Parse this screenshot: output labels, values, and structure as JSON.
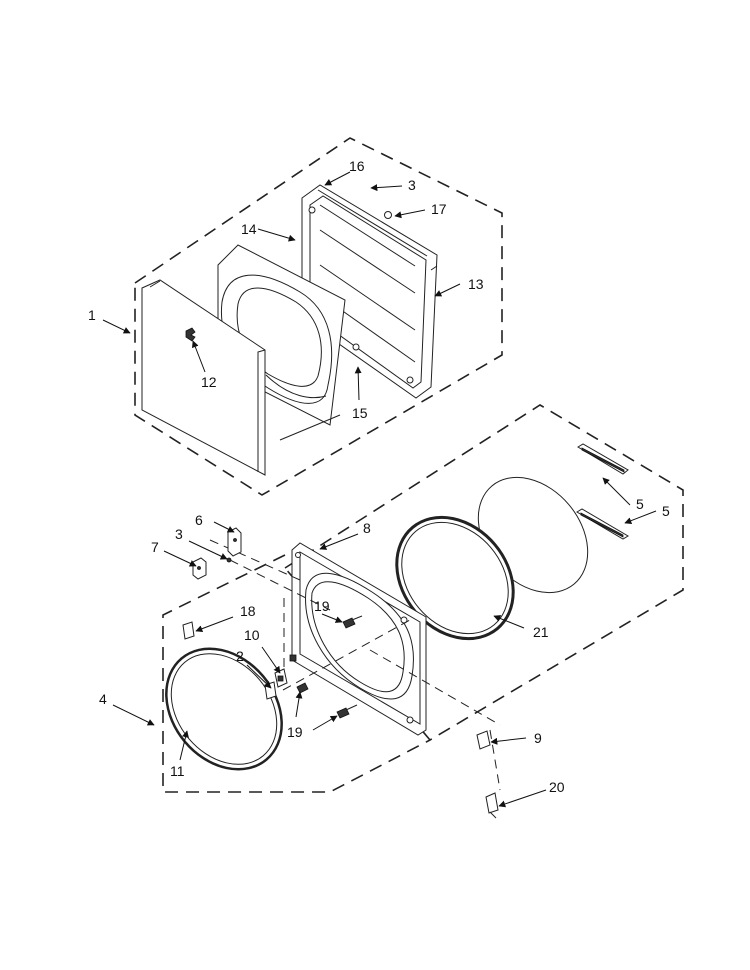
{
  "diagram": {
    "kind": "exploded-parts-view",
    "callouts": [
      {
        "id": "c1",
        "text": "1"
      },
      {
        "id": "c2",
        "text": "2"
      },
      {
        "id": "c3a",
        "text": "3"
      },
      {
        "id": "c3b",
        "text": "3"
      },
      {
        "id": "c4",
        "text": "4"
      },
      {
        "id": "c5a",
        "text": "5"
      },
      {
        "id": "c5b",
        "text": "5"
      },
      {
        "id": "c6",
        "text": "6"
      },
      {
        "id": "c7",
        "text": "7"
      },
      {
        "id": "c8",
        "text": "8"
      },
      {
        "id": "c9",
        "text": "9"
      },
      {
        "id": "c10",
        "text": "10"
      },
      {
        "id": "c11",
        "text": "11"
      },
      {
        "id": "c12",
        "text": "12"
      },
      {
        "id": "c13",
        "text": "13"
      },
      {
        "id": "c14",
        "text": "14"
      },
      {
        "id": "c15",
        "text": "15"
      },
      {
        "id": "c16",
        "text": "16"
      },
      {
        "id": "c17",
        "text": "17"
      },
      {
        "id": "c18",
        "text": "18"
      },
      {
        "id": "c19a",
        "text": "19"
      },
      {
        "id": "c19b",
        "text": "19"
      },
      {
        "id": "c20",
        "text": "20"
      },
      {
        "id": "c21",
        "text": "21"
      }
    ]
  }
}
